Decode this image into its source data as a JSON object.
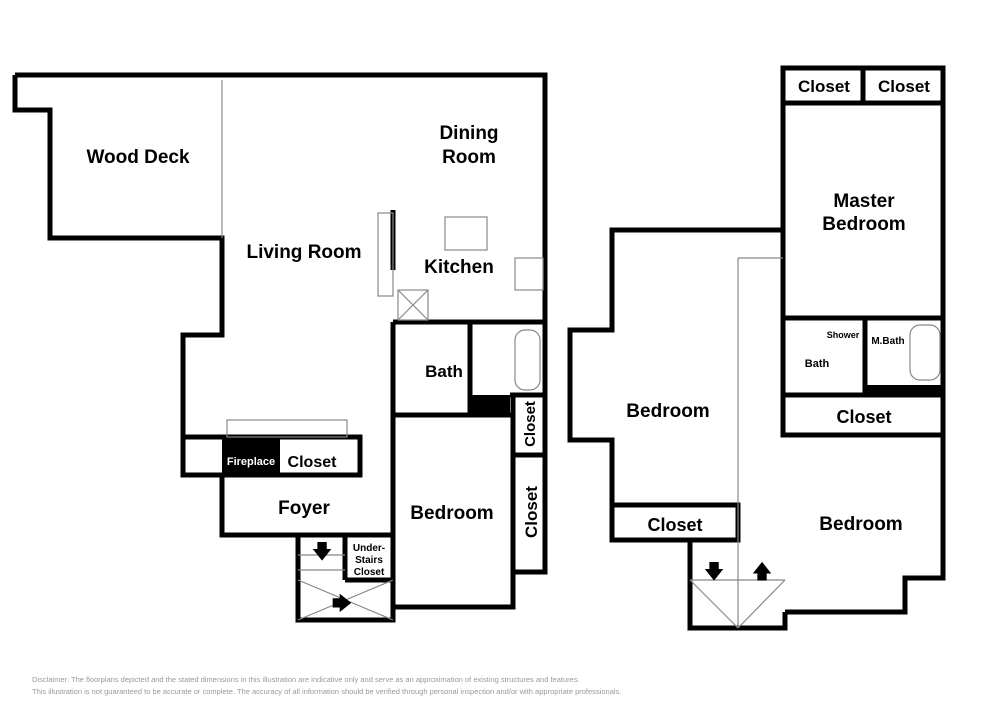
{
  "rooms": {
    "wood_deck": "Wood Deck",
    "dining_room_1": "Dining",
    "dining_room_2": "Room",
    "living_room": "Living Room",
    "kitchen": "Kitchen",
    "bath_main": "Bath",
    "closet_hall": "Closet",
    "closet_bedroom": "Closet",
    "bedroom_main": "Bedroom",
    "fireplace": "Fireplace",
    "closet_foyer": "Closet",
    "foyer": "Foyer",
    "under_stairs_1": "Under-",
    "under_stairs_2": "Stairs",
    "under_stairs_3": "Closet",
    "closet_top_1": "Closet",
    "closet_top_2": "Closet",
    "master_1": "Master",
    "master_2": "Bedroom",
    "shower": "Shower",
    "mbath": "M.Bath",
    "bath_upper": "Bath",
    "closet_upper": "Closet",
    "bedroom_left": "Bedroom",
    "closet_left": "Closet",
    "bedroom_right": "Bedroom"
  },
  "disclaimer": {
    "line1": "Disclaimer: The floorplans depicted and the stated dimensions in this illustration are indicative only and serve as an approximation of existing structures and features.",
    "line2": "This illustration is not guaranteed to be accurate or complete. The accuracy of all information should be verified through personal inspection and/or with appropriate professionals."
  }
}
